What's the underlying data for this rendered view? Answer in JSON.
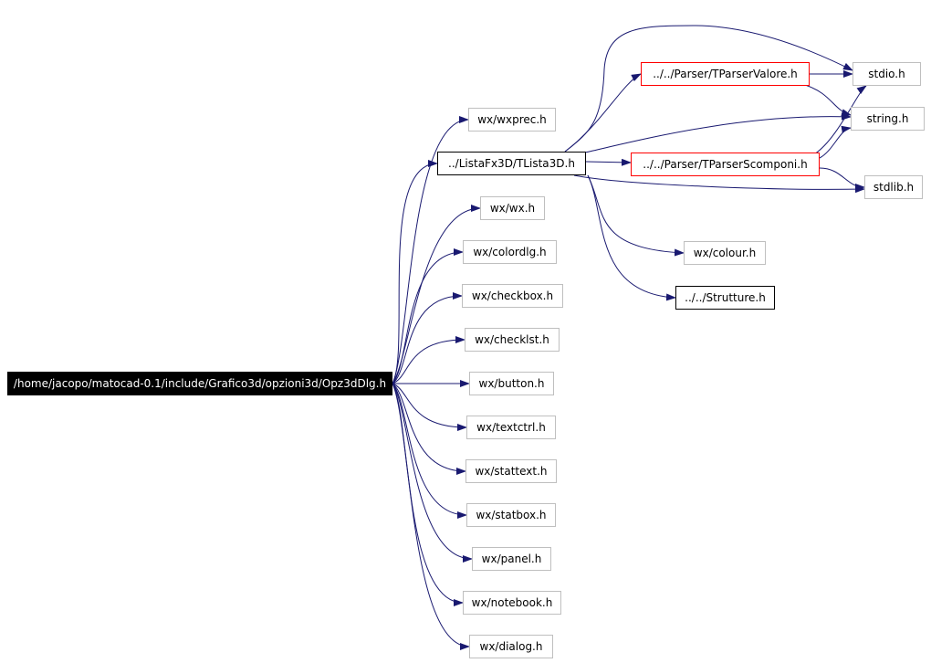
{
  "diagram": {
    "root": {
      "label": "/home/jacopo/matocad-0.1/include/Grafico3d/opzioni3d/Opz3dDlg.h"
    },
    "nodes": [
      {
        "id": "wxprec",
        "label": "wx/wxprec.h"
      },
      {
        "id": "tlista3d",
        "label": "../ListaFx3D/TLista3D.h"
      },
      {
        "id": "wxh",
        "label": "wx/wx.h"
      },
      {
        "id": "colordlg",
        "label": "wx/colordlg.h"
      },
      {
        "id": "checkbox",
        "label": "wx/checkbox.h"
      },
      {
        "id": "checklst",
        "label": "wx/checklst.h"
      },
      {
        "id": "button",
        "label": "wx/button.h"
      },
      {
        "id": "textctrl",
        "label": "wx/textctrl.h"
      },
      {
        "id": "stattext",
        "label": "wx/stattext.h"
      },
      {
        "id": "statbox",
        "label": "wx/statbox.h"
      },
      {
        "id": "panel",
        "label": "wx/panel.h"
      },
      {
        "id": "notebook",
        "label": "wx/notebook.h"
      },
      {
        "id": "dialog",
        "label": "wx/dialog.h"
      },
      {
        "id": "tparserval",
        "label": "../../Parser/TParserValore.h"
      },
      {
        "id": "tparsersc",
        "label": "../../Parser/TParserScomponi.h"
      },
      {
        "id": "colour",
        "label": "wx/colour.h"
      },
      {
        "id": "strutture",
        "label": "../../Strutture.h"
      },
      {
        "id": "stdio",
        "label": "stdio.h"
      },
      {
        "id": "string",
        "label": "string.h"
      },
      {
        "id": "stdlib",
        "label": "stdlib.h"
      }
    ],
    "edges": [
      {
        "from": "root",
        "to": "wxprec"
      },
      {
        "from": "root",
        "to": "tlista3d"
      },
      {
        "from": "root",
        "to": "wxh"
      },
      {
        "from": "root",
        "to": "colordlg"
      },
      {
        "from": "root",
        "to": "checkbox"
      },
      {
        "from": "root",
        "to": "checklst"
      },
      {
        "from": "root",
        "to": "button"
      },
      {
        "from": "root",
        "to": "textctrl"
      },
      {
        "from": "root",
        "to": "stattext"
      },
      {
        "from": "root",
        "to": "statbox"
      },
      {
        "from": "root",
        "to": "panel"
      },
      {
        "from": "root",
        "to": "notebook"
      },
      {
        "from": "root",
        "to": "dialog"
      },
      {
        "from": "tlista3d",
        "to": "tparserval"
      },
      {
        "from": "tlista3d",
        "to": "stdio"
      },
      {
        "from": "tlista3d",
        "to": "string"
      },
      {
        "from": "tlista3d",
        "to": "tparsersc"
      },
      {
        "from": "tlista3d",
        "to": "stdlib"
      },
      {
        "from": "tlista3d",
        "to": "colour"
      },
      {
        "from": "tlista3d",
        "to": "strutture"
      },
      {
        "from": "tparserval",
        "to": "stdio"
      },
      {
        "from": "tparserval",
        "to": "string"
      },
      {
        "from": "tparsersc",
        "to": "stdio"
      },
      {
        "from": "tparsersc",
        "to": "string"
      },
      {
        "from": "tparsersc",
        "to": "stdlib"
      }
    ]
  }
}
